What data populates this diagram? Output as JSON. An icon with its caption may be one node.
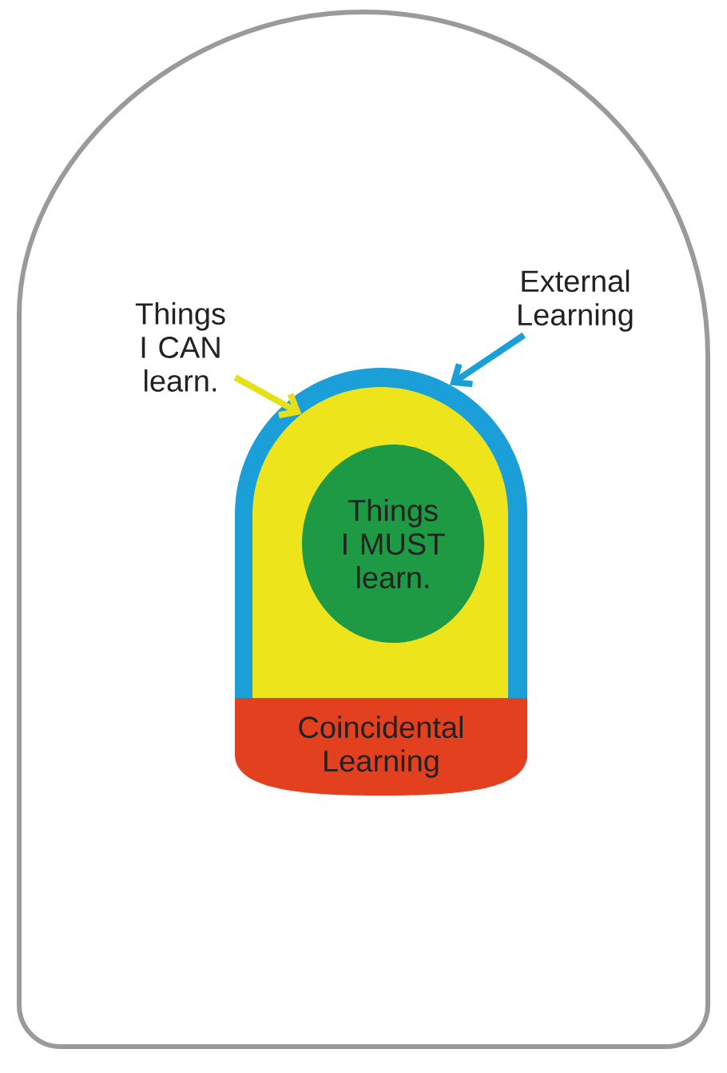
{
  "diagram": {
    "nodes": [
      {
        "text": [],
        "shape": "dome"
      },
      {
        "text": [],
        "shape": "arch",
        "in": 0
      },
      {
        "text": [],
        "shape": "arch",
        "in": 1
      },
      {
        "text": [
          "Things I MUST learn."
        ],
        "in": 2
      },
      {
        "text": [
          "Coincidental Learning"
        ],
        "in": 0
      },
      {
        "text": [
          "Things I CAN learn."
        ],
        "in": 0
      },
      {
        "text": [
          "External Learning"
        ],
        "in": 0
      }
    ],
    "edges": [
      {
        "from": 5,
        "to": 2,
        "arrow": "to",
        "color": "#e6e01a"
      },
      {
        "from": 6,
        "to": 1,
        "arrow": "to",
        "color": "#1a9fd9"
      }
    ]
  }
}
